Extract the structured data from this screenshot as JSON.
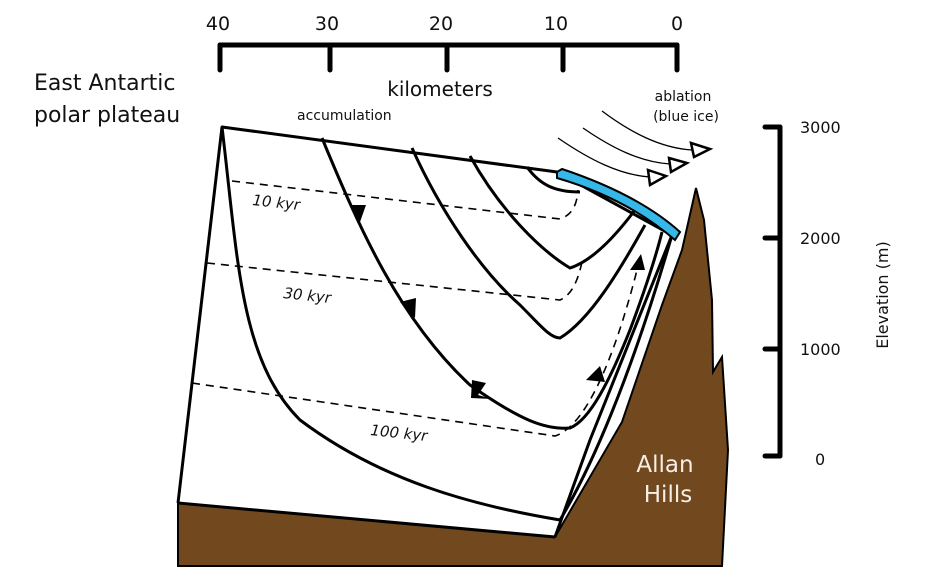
{
  "title": {
    "line1": "East Antartic",
    "line2": "polar plateau"
  },
  "distance_axis": {
    "label": "kilometers",
    "ticks": [
      "40",
      "30",
      "20",
      "10",
      "0"
    ]
  },
  "elevation_axis": {
    "label": "Elevation (m)",
    "ticks": [
      "3000",
      "2000",
      "1000",
      "0"
    ]
  },
  "zones": {
    "accumulation": "accumulation",
    "ablation_line1": "ablation",
    "ablation_line2": "(blue ice)"
  },
  "isochrones": {
    "iso1": "10 kyr",
    "iso2": "30 kyr",
    "iso3": "100 kyr"
  },
  "feature": {
    "line1": "Allan",
    "line2": "Hills"
  },
  "colors": {
    "bedrock": "#72491f",
    "blue_ice": "#35b8e8",
    "ice": "#ffffff",
    "lines": "#000000"
  }
}
